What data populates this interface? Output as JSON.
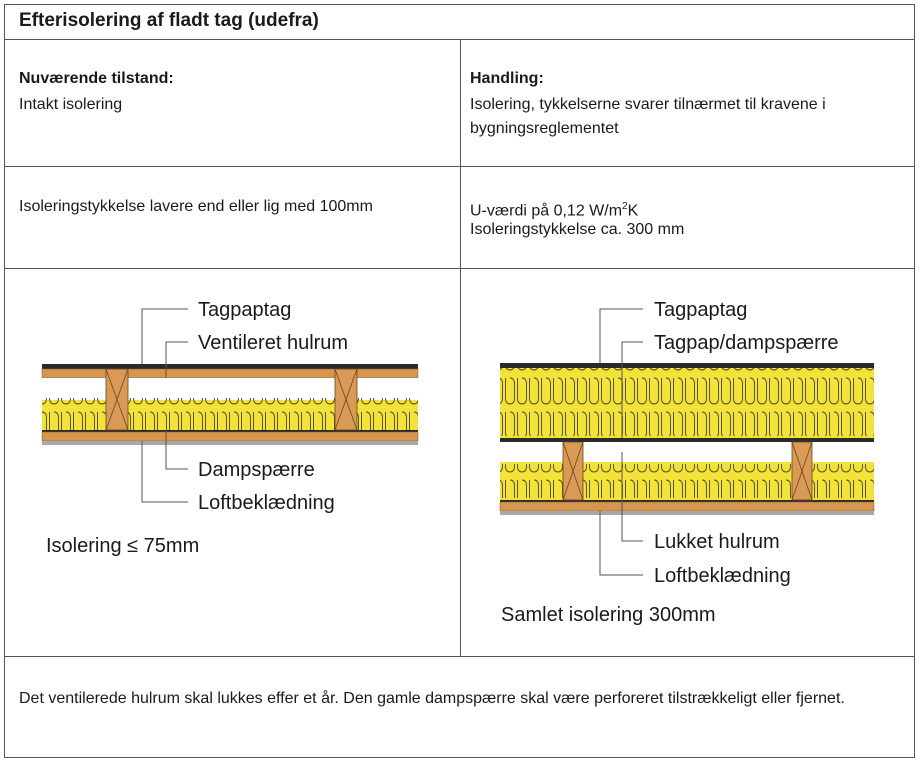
{
  "title": "Efterisolering af fladt tag (udefra)",
  "current": {
    "label": "Nuværende tilstand:",
    "text": "Intakt isolering",
    "detail": "Isoleringstykkelse lavere end eller lig med 100mm"
  },
  "action": {
    "label": "Handling:",
    "text": "Isolering, tykkelserne svarer tilnærmet til kravene i bygningsreglementet",
    "u_value_prefix": "U-værdi på 0,12 W/m",
    "u_value_exp": "2",
    "u_value_suffix": "K",
    "thickness": "Isoleringstykkelse ca. 300 mm"
  },
  "diagram_left": {
    "labels": {
      "roof": "Tagpaptag",
      "cavity": "Ventileret hulrum",
      "barrier": "Dampspærre",
      "ceiling": "Loftbeklædning"
    },
    "caption": "Isolering ≤ 75mm"
  },
  "diagram_right": {
    "labels": {
      "roof": "Tagpaptag",
      "membrane": "Tagpap/dampspærre",
      "cavity": "Lukket hulrum",
      "ceiling": "Loftbeklædning"
    },
    "caption": "Samlet isolering 300mm"
  },
  "footer": "Det ventilerede hulrum skal lukkes effer et år. Den gamle dampspærre skal være perforeret tilstrækkeligt eller fjernet.",
  "colors": {
    "insulation": "#f2e23a",
    "wood": "#d89a55",
    "board": "#d59650",
    "membrane": "#2a2a2a",
    "ceiling_gray": "#a8a8a8"
  }
}
